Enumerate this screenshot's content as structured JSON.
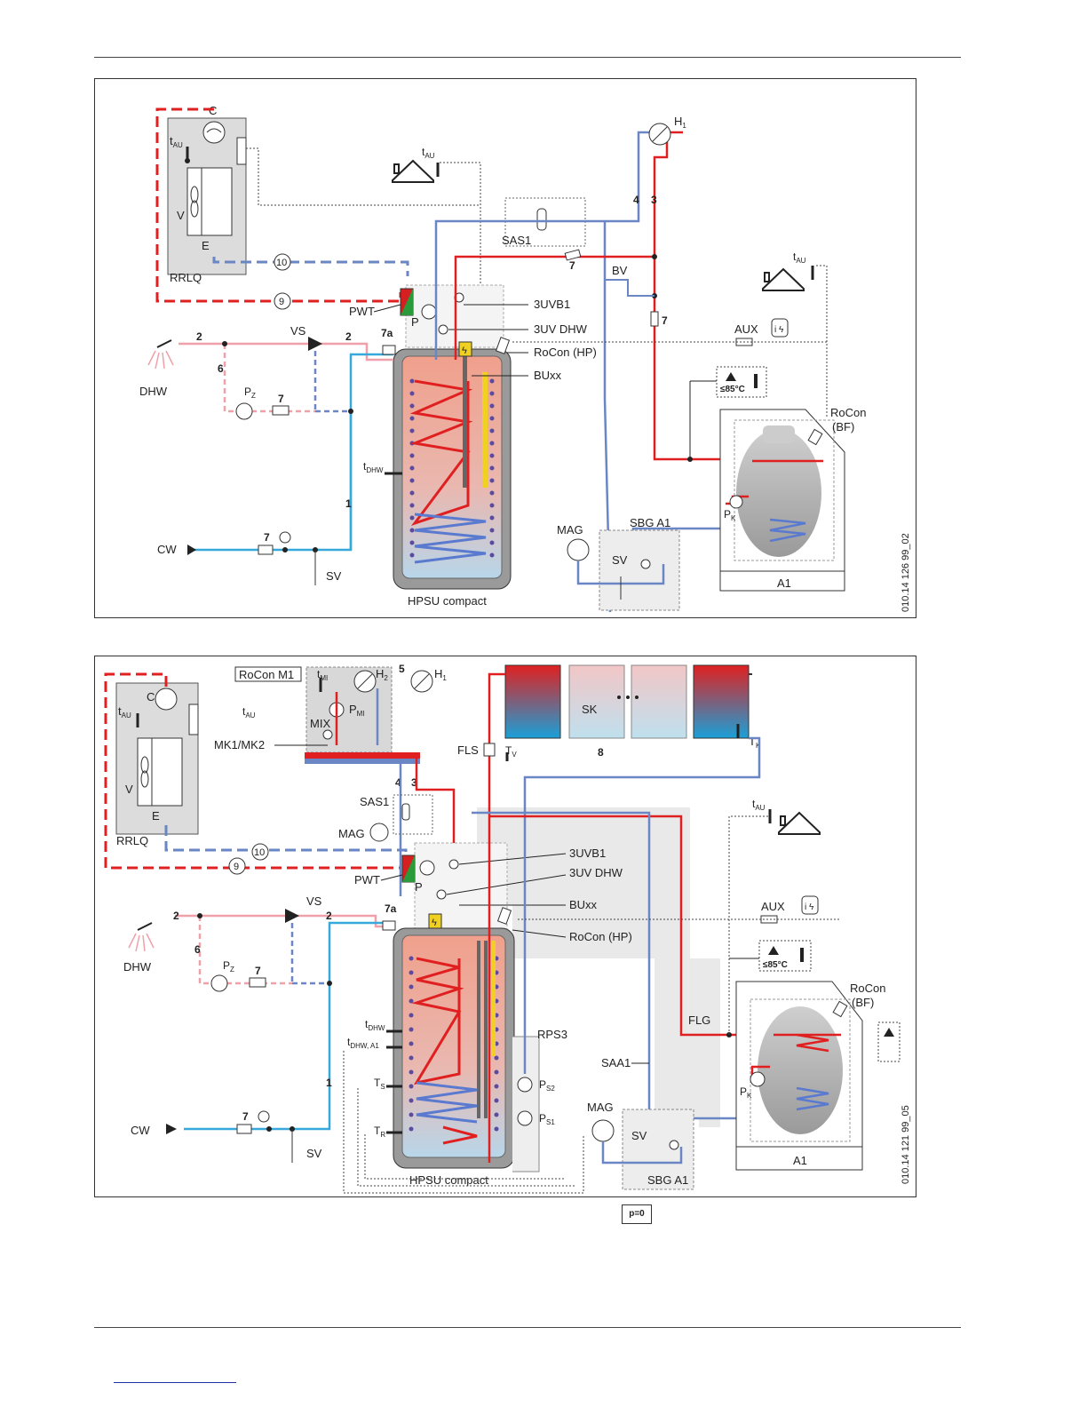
{
  "pressure_box": "p=0",
  "diagram1": {
    "doc_id": "010.14 126 99_02",
    "labels": {
      "C": "C",
      "tAU": "t",
      "tAU_sub": "AU",
      "V": "V",
      "E": "E",
      "RRLQ": "RRLQ",
      "n10": "10",
      "n9": "9",
      "PWT": "PWT",
      "P": "P",
      "uvb1": "3UVB1",
      "uvdhw": "3UV DHW",
      "rocon_hp": "RoCon (HP)",
      "buxx": "BUxx",
      "sas1": "SAS1",
      "n7a": "7",
      "n4": "4",
      "n3": "3",
      "H1": "H",
      "H1_sub": "1",
      "BV": "BV",
      "n7b": "7",
      "aux": "AUX",
      "temp": "≤85°C",
      "rocon_bf": "RoCon",
      "rocon_bf2": "(BF)",
      "n2a": "2",
      "n2b": "2",
      "n7a2": "7a",
      "VS": "VS",
      "DHW": "DHW",
      "n6": "6",
      "Pz": "P",
      "Pz_sub": "Z",
      "n7c": "7",
      "tDHW": "t",
      "tDHW_sub": "DHW",
      "n1": "1",
      "CW": "CW",
      "n7d": "7",
      "SV": "SV",
      "MAG": "MAG",
      "SBG": "SBG A1",
      "SV2": "SV",
      "Pk": "P",
      "Pk_sub": "K",
      "A1": "A1",
      "hpsu": "HPSU compact"
    }
  },
  "diagram2": {
    "doc_id": "010.14 121 99_05",
    "labels": {
      "rocon_m1": "RoCon M1",
      "tMI": "t",
      "tMI_sub": "MI",
      "H2": "H",
      "H2_sub": "2",
      "n5": "5",
      "H1": "H",
      "H1_sub": "1",
      "PMI": "P",
      "PMI_sub": "MI",
      "MIX": "MIX",
      "tAU2": "t",
      "tAU2_sub": "AU",
      "mk": "MK1/MK2",
      "C": "C",
      "tAU": "t",
      "tAU_sub": "AU",
      "V": "V",
      "E": "E",
      "RRLQ": "RRLQ",
      "n4": "4",
      "n3": "3",
      "sas1": "SAS1",
      "MAG": "MAG",
      "n10": "10",
      "n9": "9",
      "PWT": "PWT",
      "P": "P",
      "uvb1": "3UVB1",
      "uvdhw": "3UV DHW",
      "buxx": "BUxx",
      "rocon_hp": "RoCon (HP)",
      "SK": "SK",
      "TK": "T",
      "TK_sub": "K",
      "FLS": "FLS",
      "TV": "T",
      "TV_sub": "V",
      "n8": "8",
      "tAU3": "t",
      "tAU3_sub": "AU",
      "aux": "AUX",
      "temp": "≤85°C",
      "rocon_bf": "RoCon",
      "rocon_bf2": "(BF)",
      "FLG": "FLG",
      "SAA1": "SAA1",
      "RPS3": "RPS3",
      "PS2": "P",
      "PS2_sub": "S2",
      "PS1": "P",
      "PS1_sub": "S1",
      "Pk": "P",
      "Pk_sub": "K",
      "A1": "A1",
      "MAG2": "MAG",
      "SV2": "SV",
      "SBG": "SBG A1",
      "n2a": "2",
      "n2b": "2",
      "n7a": "7a",
      "VS": "VS",
      "DHW": "DHW",
      "n6": "6",
      "Pz": "P",
      "Pz_sub": "Z",
      "n7c": "7",
      "tDHW": "t",
      "tDHW_sub": "DHW",
      "tDHWA1": "t",
      "tDHWA1_sub": "DHW, A1",
      "TS": "T",
      "TS_sub": "S",
      "TR": "T",
      "TR_sub": "R",
      "n1": "1",
      "CW": "CW",
      "n7d": "7",
      "SV": "SV",
      "hpsu": "HPSU compact"
    }
  }
}
